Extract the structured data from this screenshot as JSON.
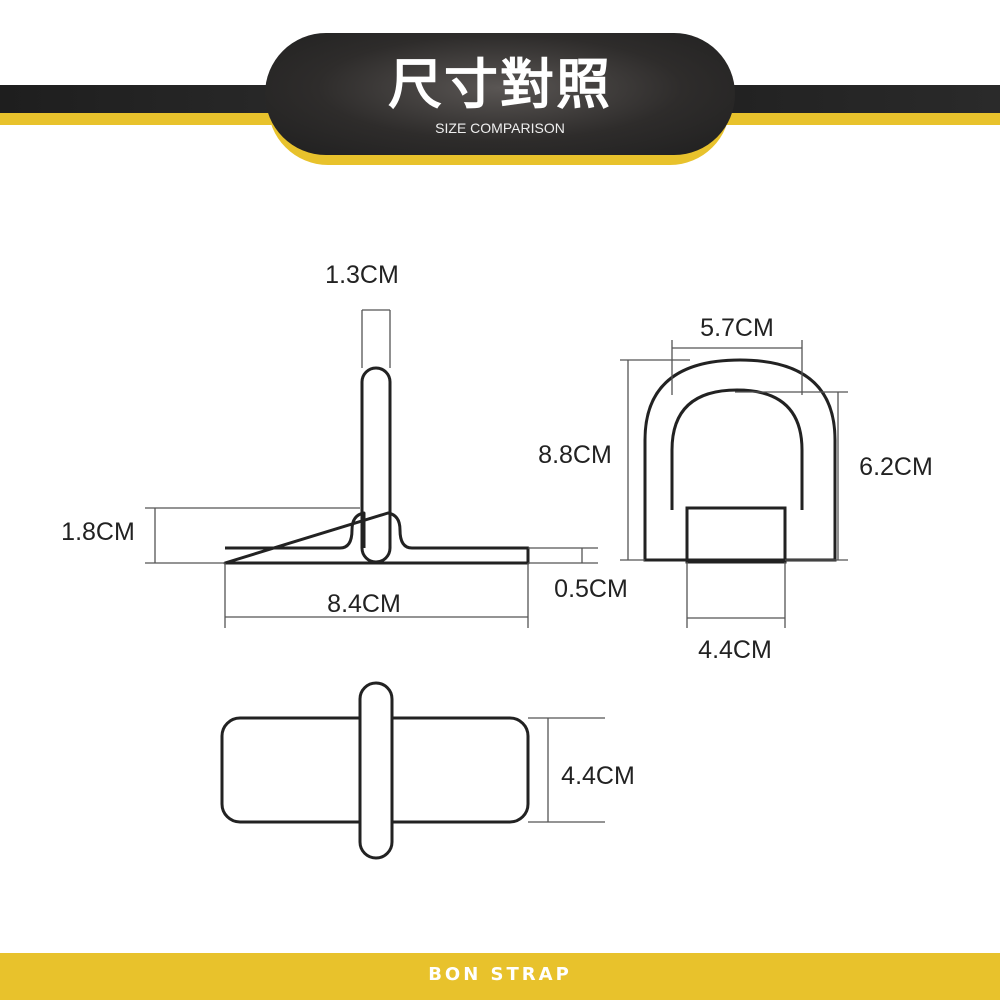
{
  "header": {
    "title": "尺寸對照",
    "subtitle": "SIZE COMPARISON"
  },
  "colors": {
    "accent": "#e8c22c",
    "dark": "#1f1f1f",
    "line": "#222222"
  },
  "dimensions": {
    "side_ring_thickness": "1.3CM",
    "side_height": "1.8CM",
    "side_base_length": "8.4CM",
    "side_plate_thickness": "0.5CM",
    "ring_width": "5.7CM",
    "ring_total_height": "8.8CM",
    "ring_inner_height": "6.2CM",
    "ring_base_width": "4.4CM",
    "top_plate_width": "4.4CM"
  },
  "footer": {
    "brand": "BON STRAP"
  }
}
